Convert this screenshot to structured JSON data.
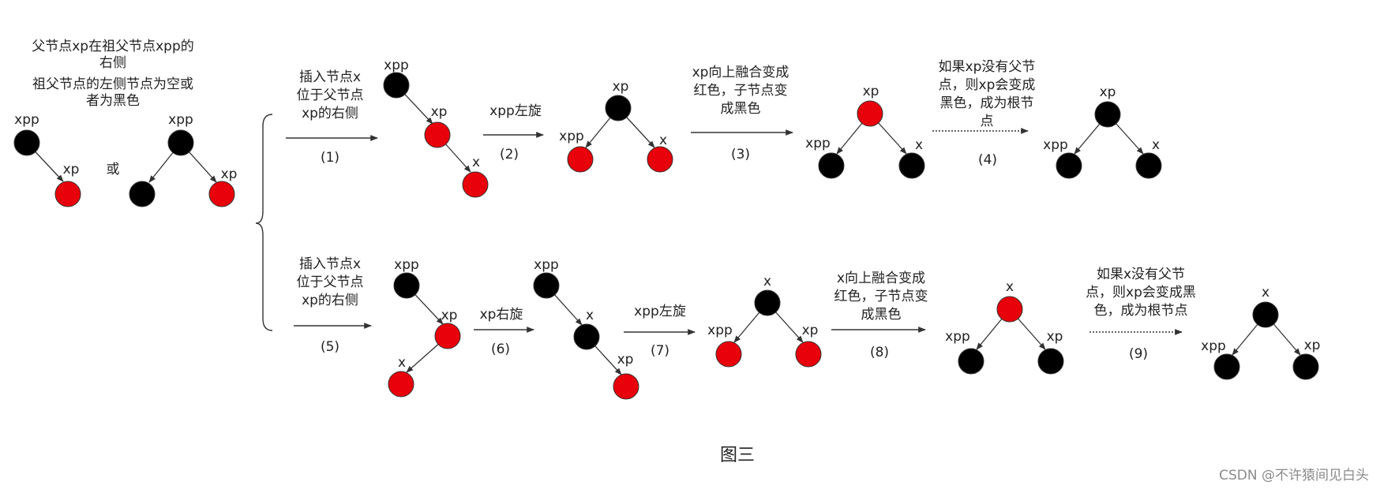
{
  "colors": {
    "black_node": "#000000",
    "red_node": "#e8000a",
    "node_outline": "#333333",
    "line": "#333333"
  },
  "intro": {
    "line1": "父节点xp在祖父节点xpp的",
    "line2": "右侧",
    "line3": "祖父节点的左侧节点为空或",
    "line4": "者为黑色",
    "or": "或"
  },
  "labels": {
    "xpp": "xpp",
    "xp": "xp",
    "x": "x"
  },
  "steps": {
    "s1": {
      "lines": [
        "插入节点x",
        "位于父节点",
        "xp的右侧"
      ],
      "num": "(1)"
    },
    "s2": {
      "lines": [
        "xpp左旋"
      ],
      "num": "(2)"
    },
    "s3": {
      "lines": [
        "xp向上融合变成",
        "红色，子节点变",
        "成黑色"
      ],
      "num": "(3)"
    },
    "s4": {
      "lines": [
        "如果xp没有父节",
        "点，则xp会变成",
        "黑色，成为根节",
        "点"
      ],
      "num": "(4)"
    },
    "s5": {
      "lines": [
        "插入节点x",
        "位于父节点",
        "xp的右侧"
      ],
      "num": "(5)"
    },
    "s6": {
      "lines": [
        "xp右旋"
      ],
      "num": "(6)"
    },
    "s7": {
      "lines": [
        "xpp左旋"
      ],
      "num": "(7)"
    },
    "s8": {
      "lines": [
        "x向上融合变成",
        "红色，子节点变",
        "成黑色"
      ],
      "num": "(8)"
    },
    "s9": {
      "lines": [
        "如果x没有父节",
        "点，则xp会变成黑",
        "色，成为根节点"
      ],
      "num": "(9)"
    }
  },
  "caption": "图三",
  "watermark": "CSDN @不许猿间见白头"
}
